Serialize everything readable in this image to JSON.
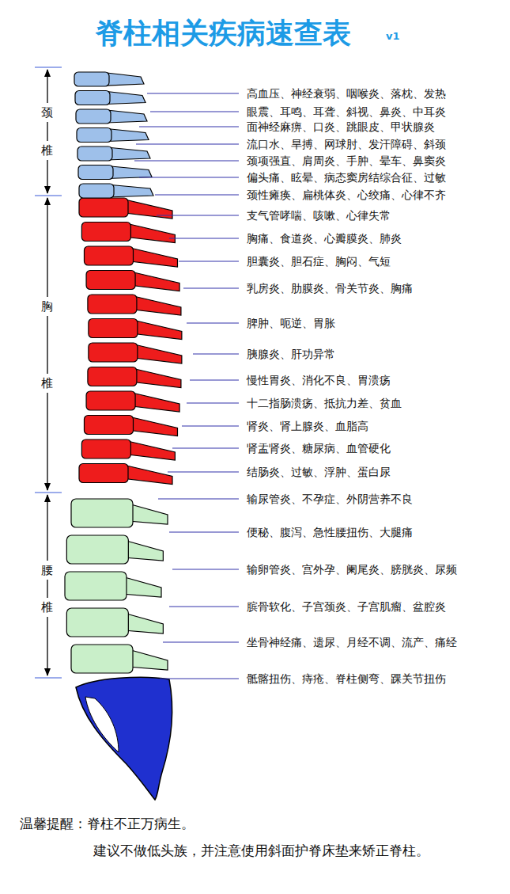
{
  "diagram": {
    "title": "脊柱相关疾病速查表",
    "labels": [
      "v1",
      "颈",
      "椎",
      "胸",
      "椎",
      "腰",
      "椎",
      "高血压、神经衰弱、咽喉炎、落枕、发热",
      "眼震、耳鸣、耳聋、斜视、鼻炎、中耳炎",
      "面神经麻痹、口炎、跳眼皮、甲状腺炎",
      "流口水、旱搏、网球肘、发汗障碍、斜颈",
      "颈项强直、肩周炎、手肿、晕车、鼻窦炎",
      "偏头痛、眩晕、病态窦房结综合征、过敏",
      "颈性瘫痪、扁桃体炎、心绞痛、心律不齐",
      "支气管哮喘、咳嗽、心律失常",
      "胸痛、食道炎、心瓣膜炎、肺炎",
      "胆囊炎、胆石症、胸闷、气短",
      "乳房炎、肋膜炎、骨关节炎、胸痛",
      "脾肿、呃逆、胃胀",
      "胰腺炎、肝功异常",
      "慢性胃炎、消化不良、胃溃疡",
      "十二指肠溃疡、抵抗力差、贫血",
      "肾炎、肾上腺炎、血脂高",
      "肾盂肾炎、糖尿病、血管硬化",
      "结肠炎、过敏、浮肿、蛋白尿",
      "输尿管炎、不孕症、外阴营养不良",
      "便秘、腹泻、急性腰扭伤、大腿痛",
      "输卵管炎、宫外孕、阑尾炎、膀胱炎、尿频",
      "膑骨软化、子宫颈炎、子宫肌瘤、盆腔炎",
      "坐骨神经痛、遗尿、月经不调、流产、痛经",
      "骶髂扭伤、痔疮、脊柱侧弯、踝关节扭伤",
      "温馨提醒：脊柱不正万病生。",
      "建议不做低头族，并注意使用斜面护脊床垫来矫正脊柱。"
    ]
  }
}
